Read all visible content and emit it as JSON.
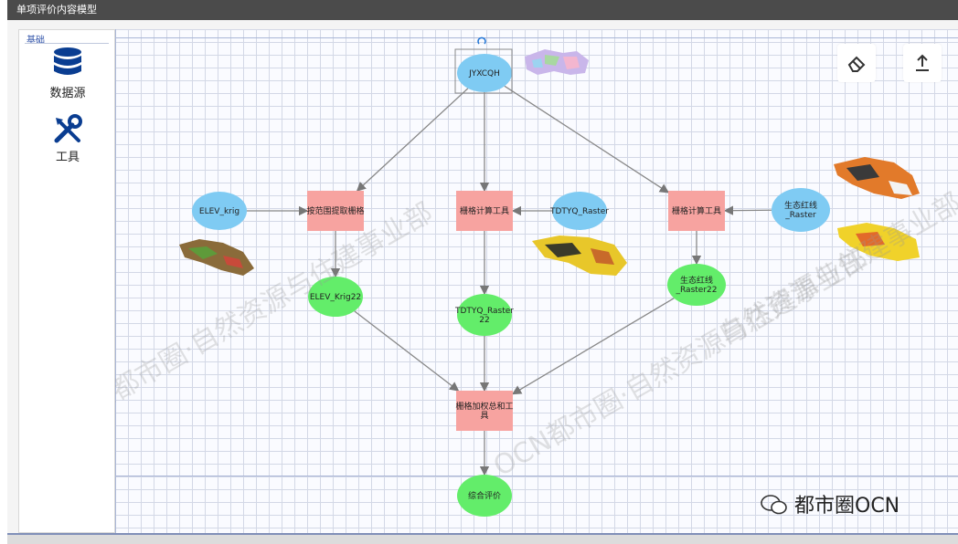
{
  "window": {
    "title": "单项评价内容模型"
  },
  "sidebar": {
    "group_label": "基础",
    "tools": [
      {
        "label": "数据源",
        "icon": "database-icon"
      },
      {
        "label": "工具",
        "icon": "tools-icon"
      }
    ]
  },
  "toolbar": {
    "buttons": [
      {
        "icon": "eraser-icon"
      },
      {
        "icon": "upload-icon"
      }
    ]
  },
  "diagram": {
    "nodes": [
      {
        "id": "jyxcqh",
        "label": "JYXCQH",
        "type": "input"
      },
      {
        "id": "elev_krig",
        "label": "ELEV_krig",
        "type": "input"
      },
      {
        "id": "extract_tool",
        "label": "按范围提取栅格",
        "type": "tool"
      },
      {
        "id": "calc_tool_1",
        "label": "栅格计算工具",
        "type": "tool"
      },
      {
        "id": "tdtyq_raster",
        "label": "TDTYQ_Raster",
        "type": "input"
      },
      {
        "id": "calc_tool_2",
        "label": "栅格计算工具",
        "type": "tool"
      },
      {
        "id": "eco_raster",
        "label": "生态红线 _Raster",
        "type": "input"
      },
      {
        "id": "elev_krig22",
        "label": "ELEV_Krig22",
        "type": "output"
      },
      {
        "id": "tdtyq_raster22",
        "label": "TDTYQ_Raster 22",
        "type": "output"
      },
      {
        "id": "eco_raster22",
        "label": "生态红线 _Raster22",
        "type": "output"
      },
      {
        "id": "weighted_sum_tool",
        "label": "栅格加权总和工 具",
        "type": "tool"
      },
      {
        "id": "overall_eval",
        "label": "综合评价",
        "type": "output"
      }
    ],
    "edges": [
      [
        "jyxcqh",
        "extract_tool"
      ],
      [
        "jyxcqh",
        "calc_tool_1"
      ],
      [
        "jyxcqh",
        "calc_tool_2"
      ],
      [
        "elev_krig",
        "extract_tool"
      ],
      [
        "tdtyq_raster",
        "calc_tool_1"
      ],
      [
        "eco_raster",
        "calc_tool_2"
      ],
      [
        "extract_tool",
        "elev_krig22"
      ],
      [
        "calc_tool_1",
        "tdtyq_raster22"
      ],
      [
        "calc_tool_2",
        "eco_raster22"
      ],
      [
        "elev_krig22",
        "weighted_sum_tool"
      ],
      [
        "tdtyq_raster22",
        "weighted_sum_tool"
      ],
      [
        "eco_raster22",
        "weighted_sum_tool"
      ],
      [
        "weighted_sum_tool",
        "overall_eval"
      ]
    ],
    "colors": {
      "input": "#7fcbf3",
      "tool": "#f7a3a0",
      "output": "#63ed6a",
      "edge": "#888888"
    }
  },
  "watermarks": [
    "OCN都市圈·自然资源与住建事业部",
    "OCN都市圈·自然资源与住建事业部",
    "自然资源与住建事业部"
  ],
  "brand": {
    "text": "都市圈OCN",
    "icon": "wechat-icon"
  }
}
